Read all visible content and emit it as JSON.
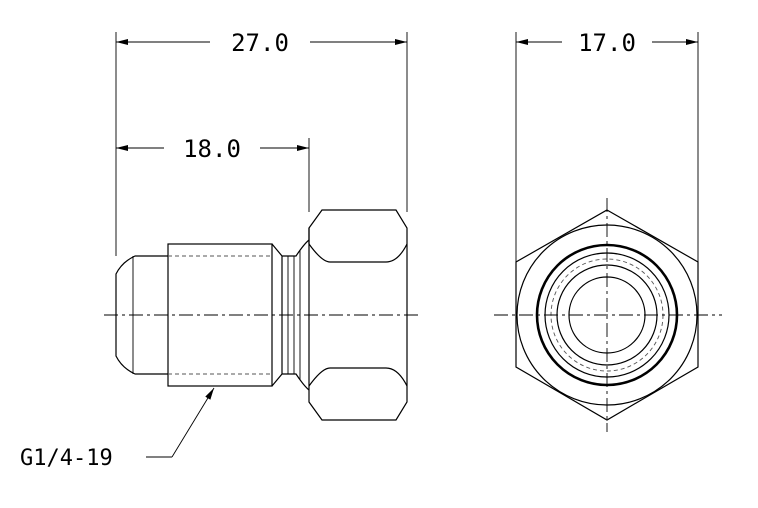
{
  "dimensions": {
    "overall_length": "27.0",
    "thread_length": "18.0",
    "hex_width": "17.0"
  },
  "thread_callout": "G1/4-19"
}
